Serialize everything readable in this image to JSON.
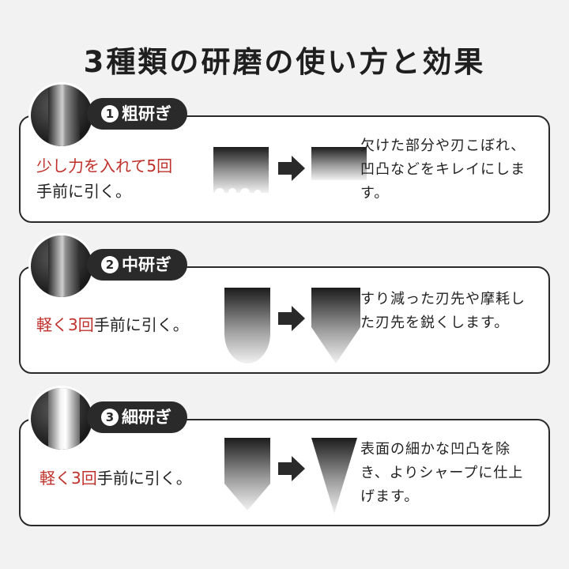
{
  "title": "3種類の研磨の使い方と効果",
  "steps": [
    {
      "number": "1",
      "label": "粗研ぎ",
      "instruction_red": "少し力を入れて5回",
      "instruction_rest": "手前に引く。",
      "effect": "欠けた部分や刃こぼれ、凹凸などをキレイにします。"
    },
    {
      "number": "2",
      "label": "中研ぎ",
      "instruction_red": "軽く3回",
      "instruction_rest": "手前に引く。",
      "effect": "すり減った刃先や摩耗した刃先を鋭くします。"
    },
    {
      "number": "3",
      "label": "細研ぎ",
      "instruction_red": "軽く3回",
      "instruction_rest": "手前に引く。",
      "effect": "表面の細かな凹凸を除き、よりシャープに仕上げます。"
    }
  ],
  "colors": {
    "accent_red": "#c0302a",
    "dark": "#2a2a2a"
  }
}
